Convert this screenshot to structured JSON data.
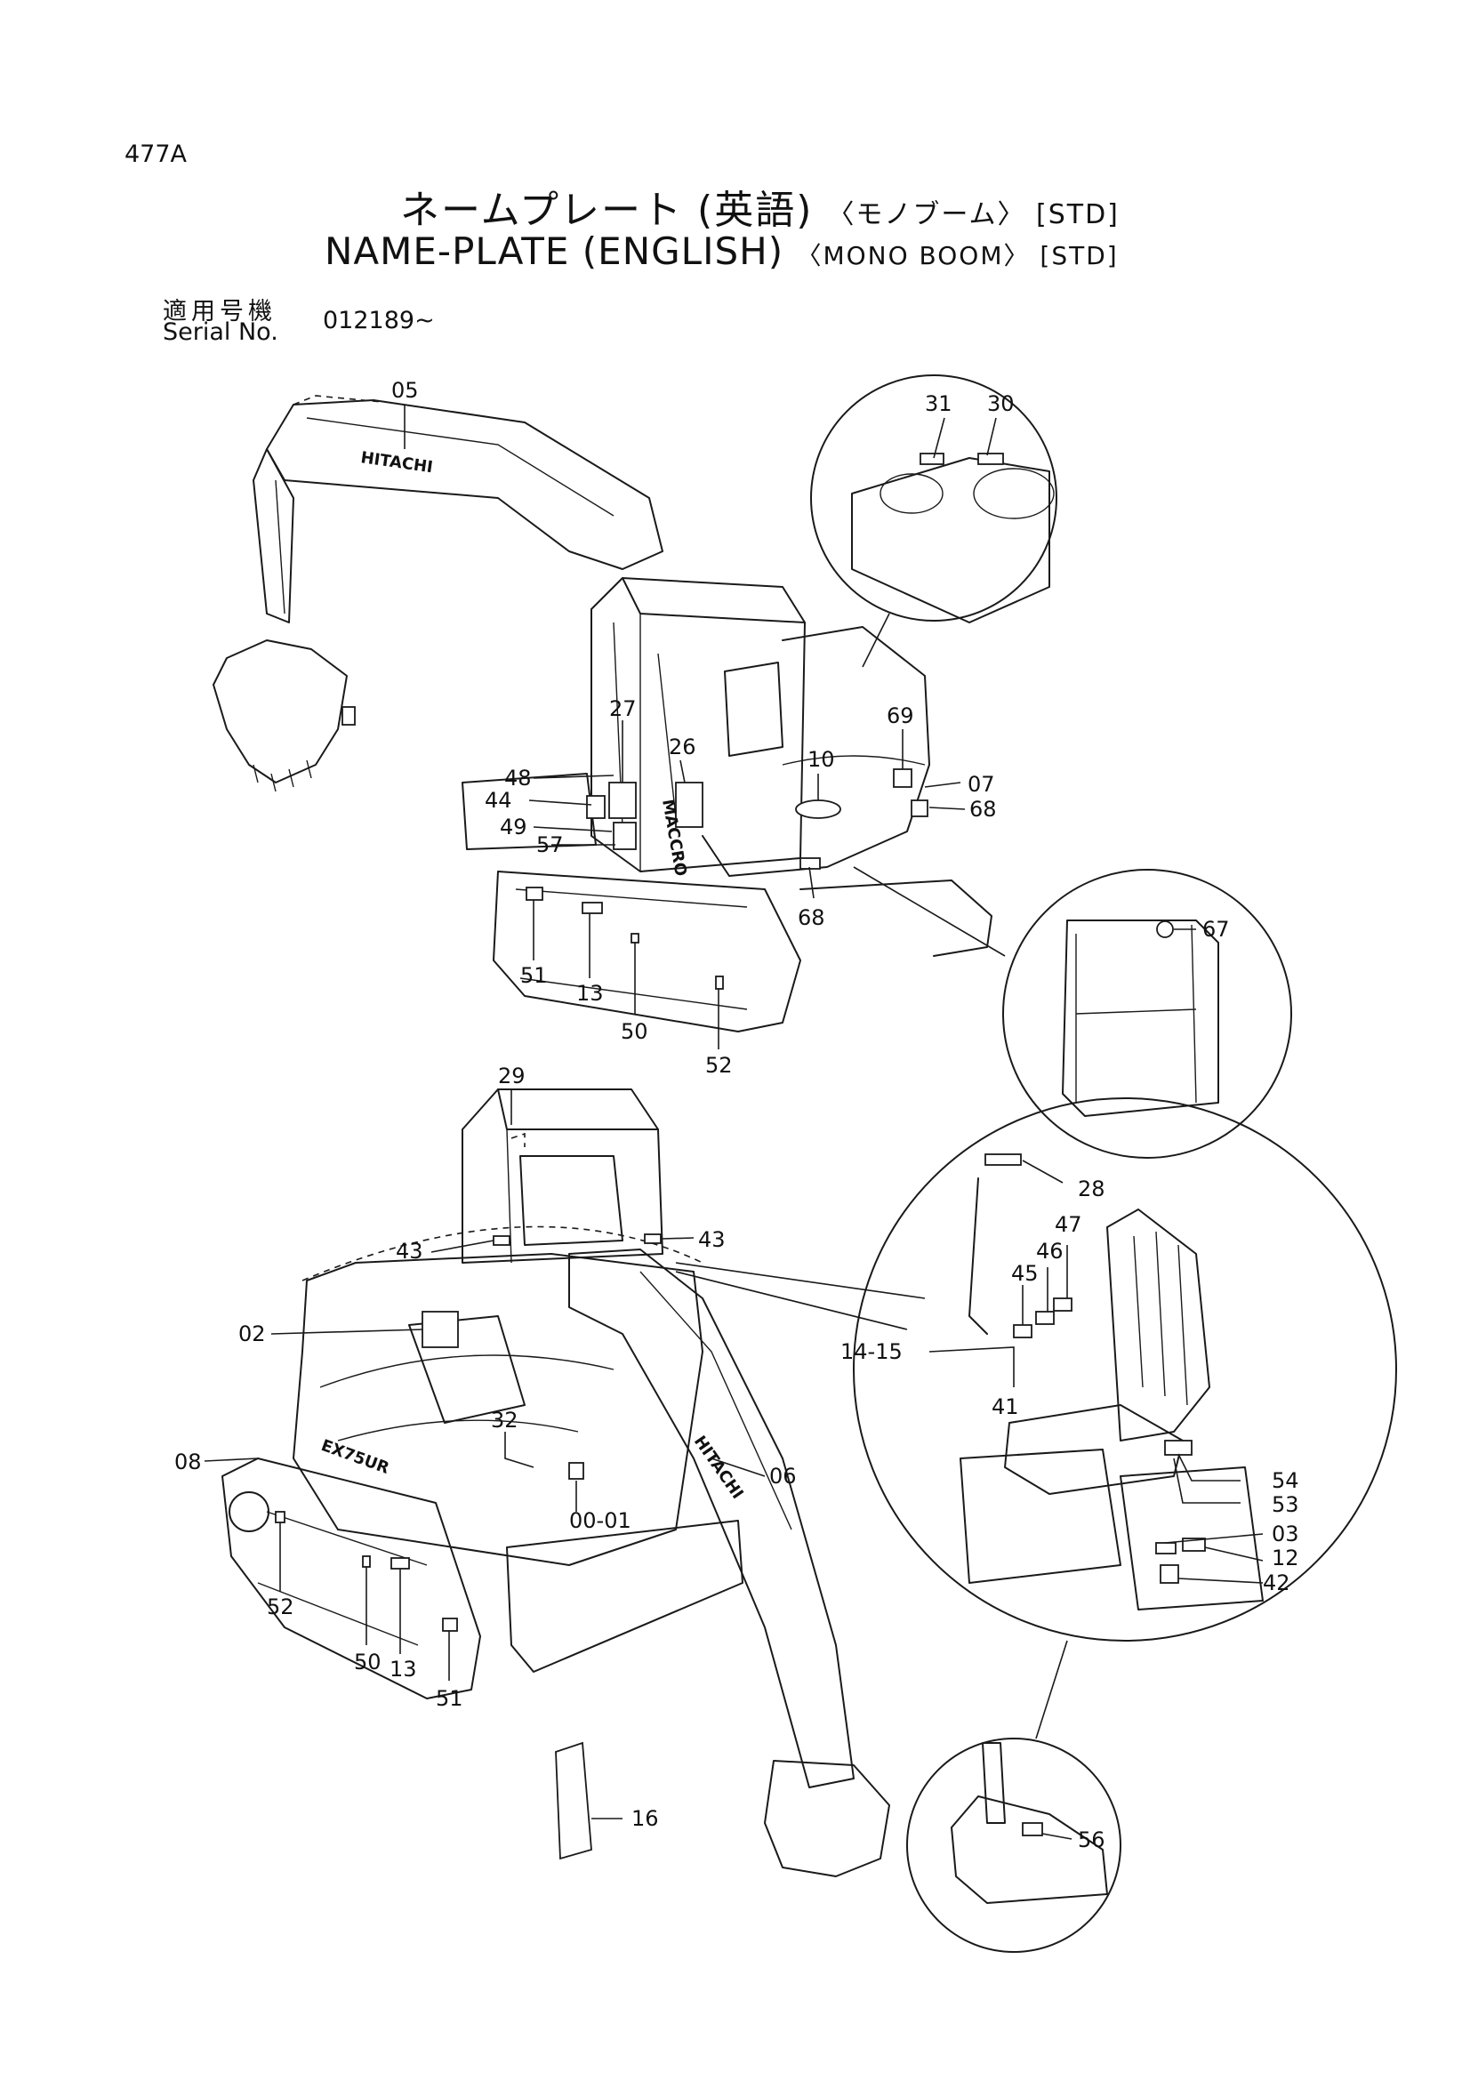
{
  "header": {
    "page_number": "477A",
    "title_jp": "ネームプレート (英語)",
    "title_jp_sub": "〈モノブーム〉 [STD]",
    "title_en": "NAME-PLATE (ENGLISH)",
    "title_en_sub": "〈MONO BOOM〉 [STD]",
    "serial_label_jp": "適用号機",
    "serial_label_en": "Serial No.",
    "serial_value": "012189~"
  },
  "diagram": {
    "brand_text": [
      "HITACHI",
      "HITACHI",
      "EX75UR",
      "MACCRO"
    ],
    "top_view_labels": [
      "05",
      "31",
      "30",
      "27",
      "26",
      "69",
      "10",
      "07",
      "68",
      "48",
      "44",
      "49",
      "57",
      "68",
      "67",
      "51",
      "13",
      "50",
      "52"
    ],
    "rear_view_labels": [
      "29",
      "43",
      "43",
      "28",
      "47",
      "46",
      "45",
      "02",
      "14-15",
      "41",
      "32",
      "08",
      "06",
      "00-01",
      "54",
      "53",
      "03",
      "12",
      "42",
      "52",
      "50",
      "13",
      "51",
      "56",
      "16"
    ]
  }
}
